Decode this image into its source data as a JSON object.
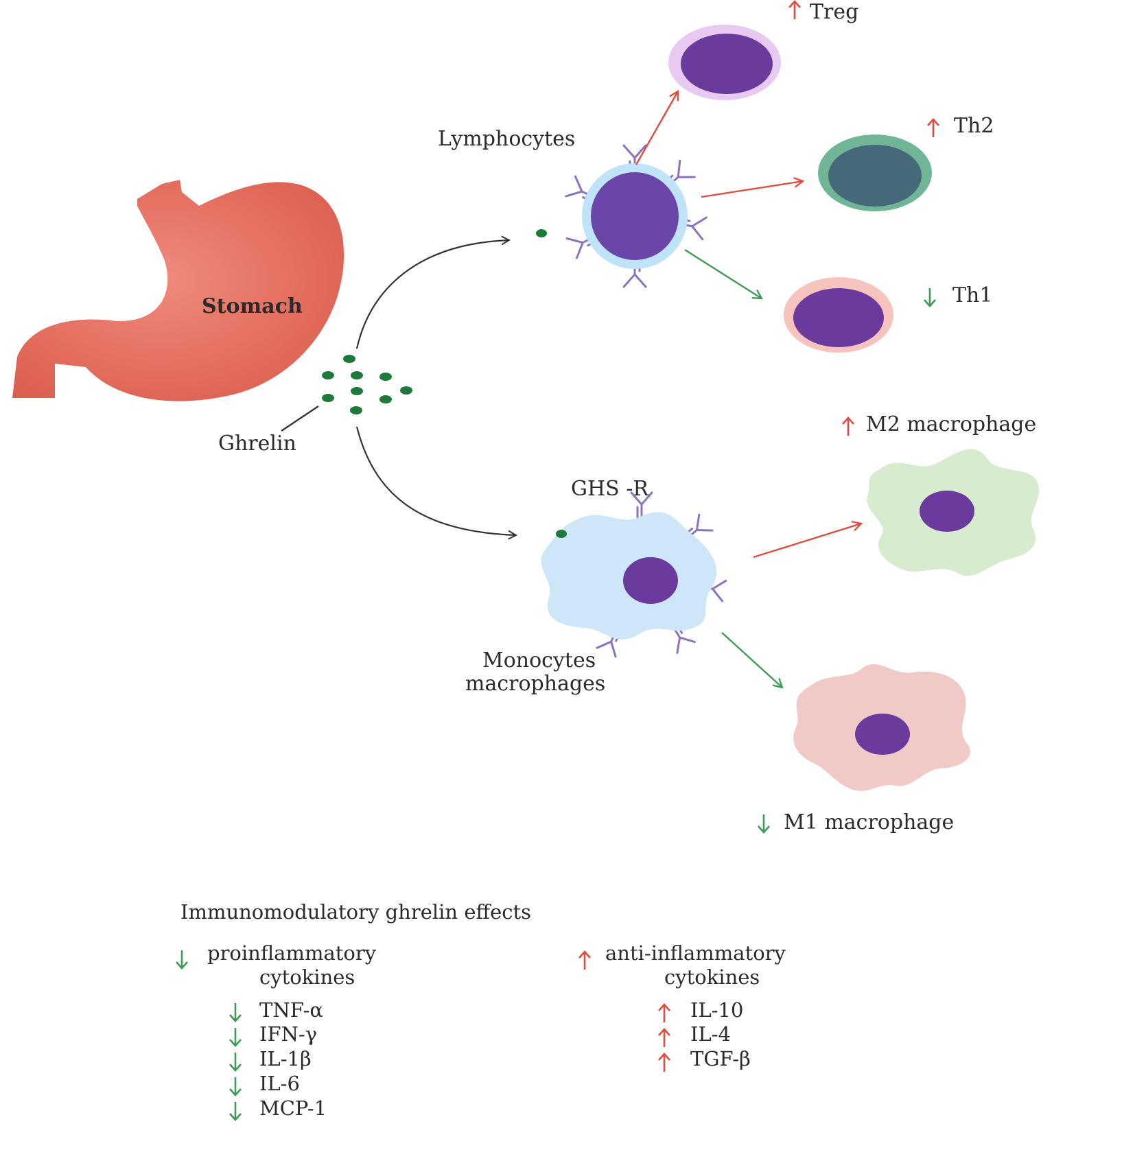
{
  "labels": {
    "stomach": "Stomach",
    "ghrelin": "Ghrelin",
    "lymphocytes": "Lymphocytes",
    "ghs_r": "GHS -R",
    "monocytes_line1": "Monocytes",
    "monocytes_line2": "macrophages",
    "treg": "Treg",
    "th2": "Th2",
    "th1": "Th1",
    "m2": "M2 macrophage",
    "m1": "M1 macrophage"
  },
  "effects": {
    "title": "Immunomodulatory ghrelin effects",
    "pro_line1": "proinflammatory",
    "pro_line2": "cytokines",
    "pro_items": [
      "TNF-α",
      "IFN-γ",
      "IL-1β",
      "IL-6",
      "MCP-1"
    ],
    "anti_line1": "anti-inflammatory",
    "anti_line2": "cytokines",
    "anti_items": [
      "IL-10",
      "IL-4",
      "TGF-β"
    ]
  },
  "colors": {
    "increase": "#e24b3f",
    "decrease": "#3f9a55",
    "stomach": "#e06a5c",
    "nucleus": "#6e3fa0",
    "receptor": "#8a74c0",
    "ghrelin_dot": "#1e7a3a"
  }
}
